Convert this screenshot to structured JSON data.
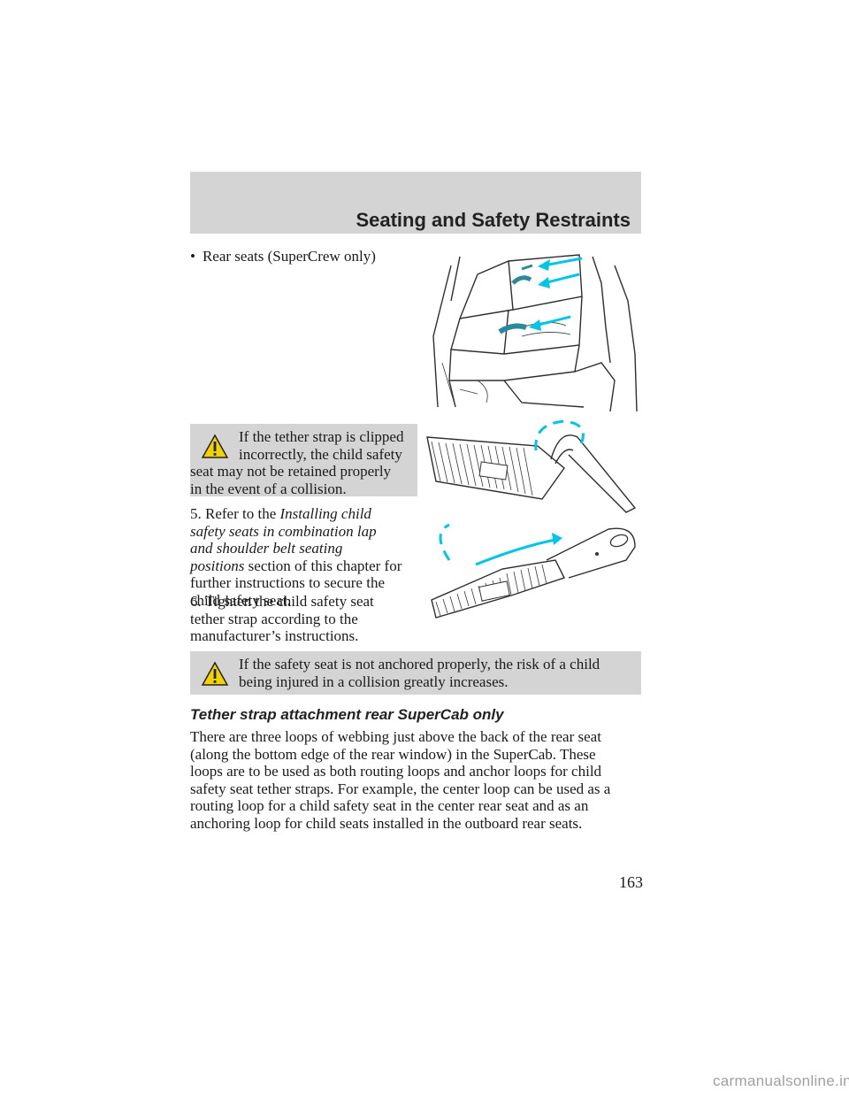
{
  "header": {
    "title": "Seating and Safety Restraints"
  },
  "bullet_item": {
    "marker": "•",
    "text": "Rear seats (SuperCrew only)"
  },
  "warning_1": {
    "icon": "warning-triangle-icon",
    "lines": [
      "If the tether strap is clipped",
      "incorrectly, the child safety",
      "seat may not be retained properly",
      "in the event of a collision."
    ]
  },
  "step_5": {
    "number": "5. Refer to the ",
    "link_italic": [
      "Installing child",
      "safety seats in combination lap",
      "and shoulder belt seating",
      "positions"
    ],
    "rest": [
      " section of this chapter for",
      "further instructions to secure the",
      "child safety seat."
    ]
  },
  "step_6": {
    "lines": [
      "6. Tighten the child safety seat",
      "tether strap according to the",
      "manufacturer’s instructions."
    ]
  },
  "warning_2": {
    "icon": "warning-triangle-icon",
    "lines": [
      "If the safety seat is not anchored properly, the risk of a child",
      "being injured in a collision greatly increases."
    ]
  },
  "section": {
    "heading": "Tether strap attachment rear SuperCab only",
    "lines": [
      "There are three loops of webbing just above the back of the rear seat",
      "(along the bottom edge of the rear window) in the SuperCab. These",
      "loops are to be used as both routing loops and anchor loops for child",
      "safety seat tether straps. For example, the center loop can be used as a",
      "routing loop for a child safety seat in the center rear seat and as an",
      "anchoring loop for child seats installed in the outboard rear seats."
    ]
  },
  "page_number": "163",
  "footer": {
    "watermark": "carmanualsonline.info"
  },
  "colors": {
    "header_band": "#d4d4d4",
    "warning_box": "#d4d4d4",
    "callout_cyan": "#00c4e8"
  }
}
